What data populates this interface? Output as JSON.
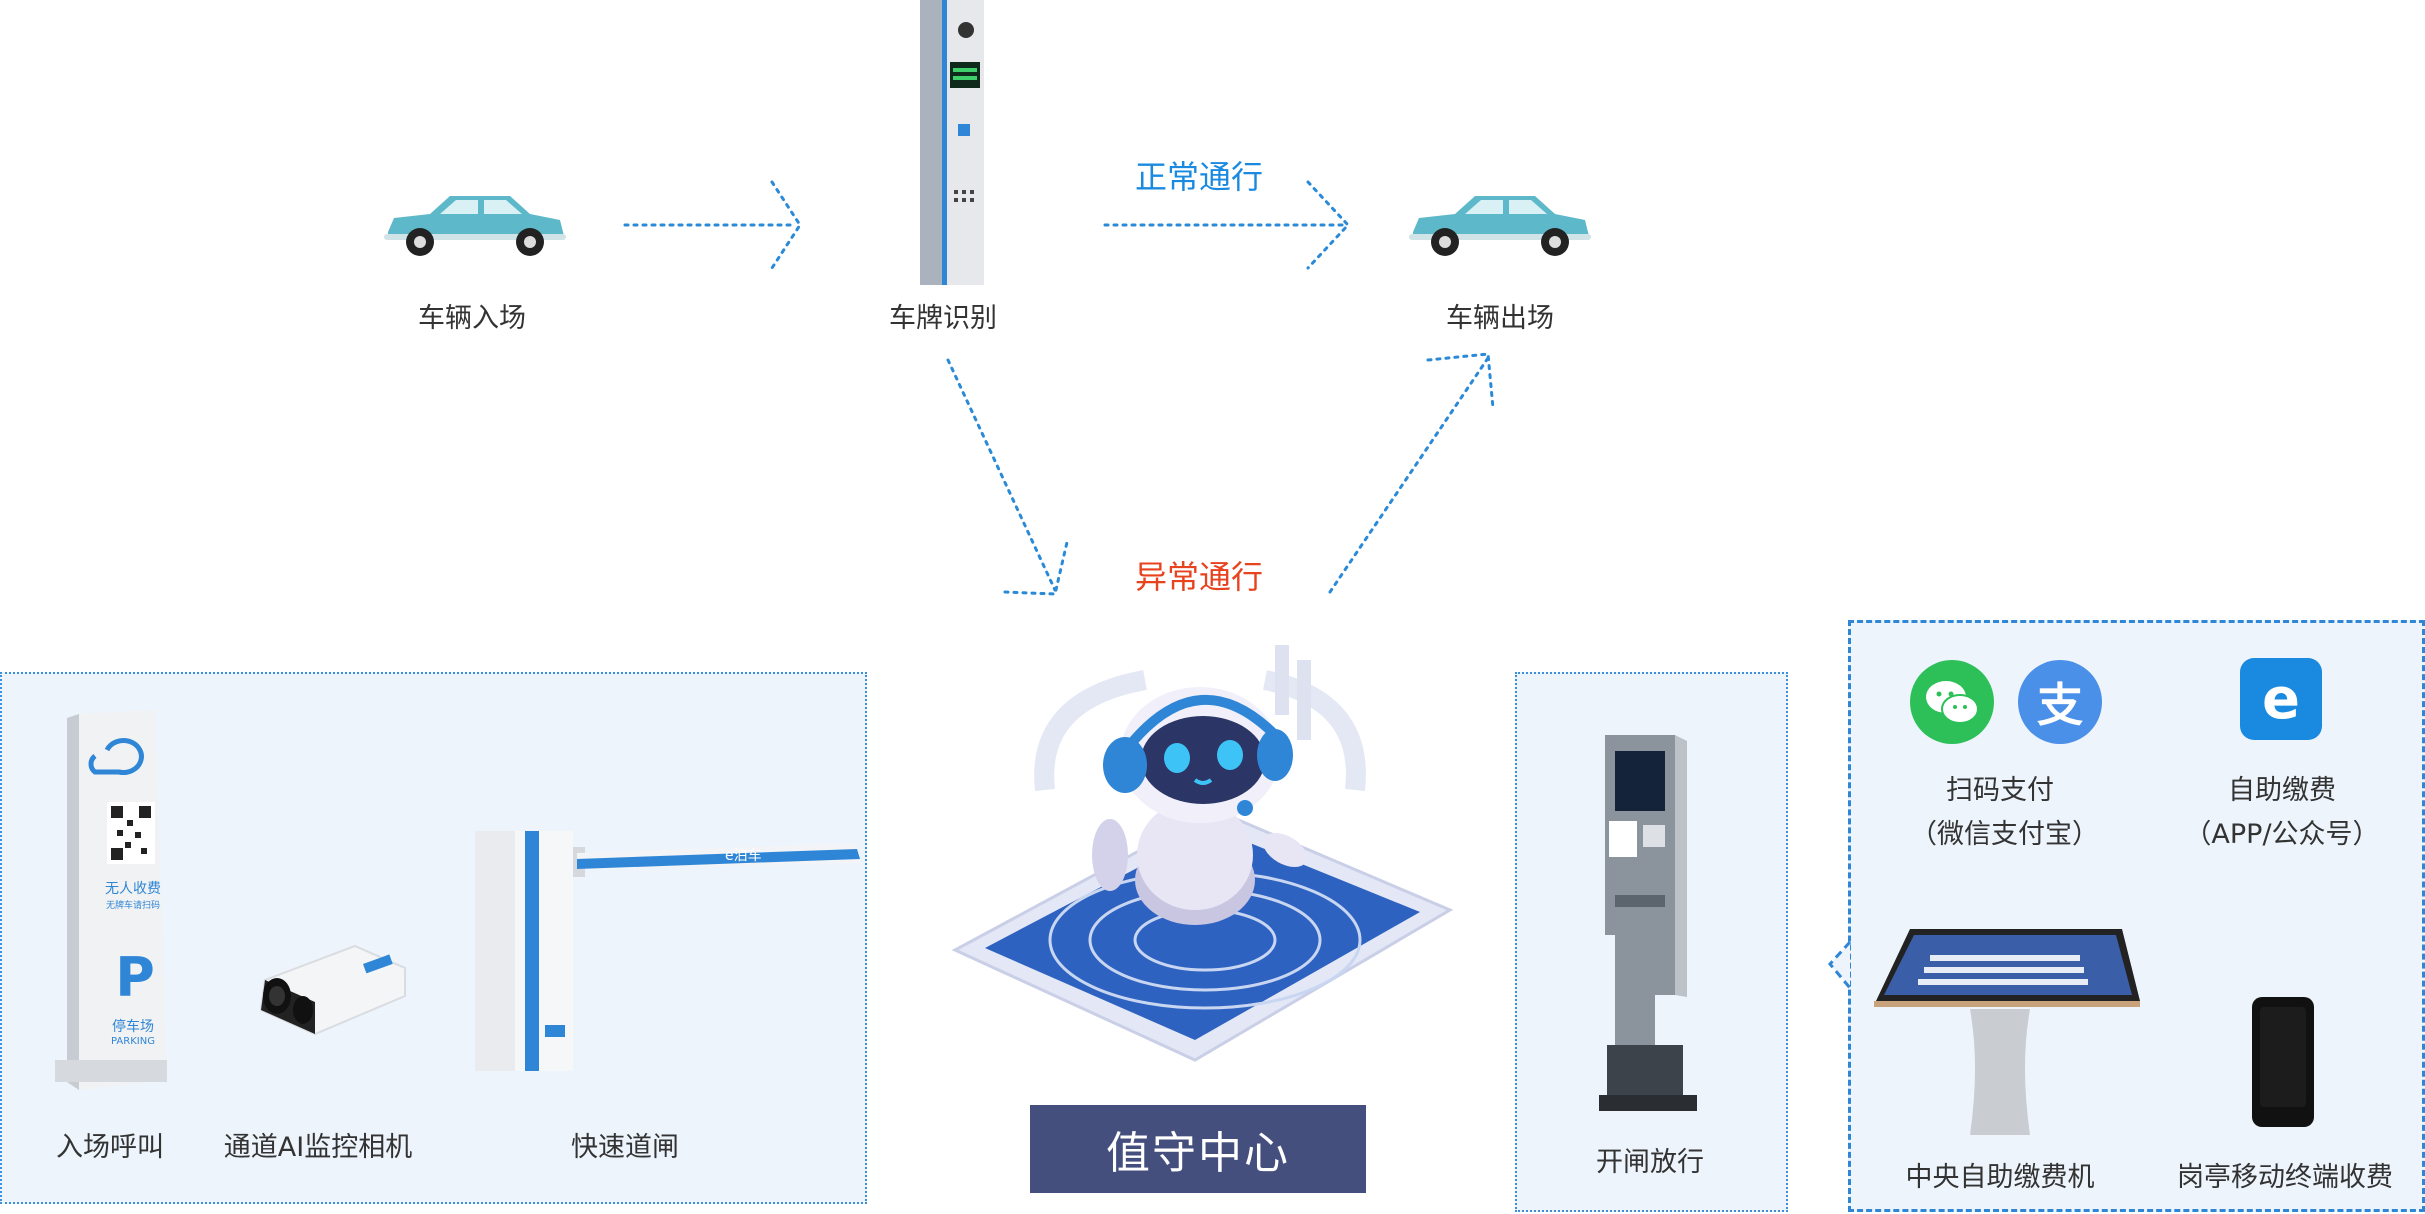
{
  "flow": {
    "entry_label": "车辆入场",
    "plate_label": "车牌识别",
    "exit_label": "车辆出场",
    "normal_label": "正常通行",
    "abnormal_label": "异常通行"
  },
  "center": {
    "title": "值守中心"
  },
  "left_panel": {
    "items": [
      {
        "label": "入场呼叫"
      },
      {
        "label": "通道AI监控相机"
      },
      {
        "label": "快速道闸"
      }
    ],
    "sign": {
      "line1": "无人收费",
      "line2": "无牌车请扫码",
      "parking_letter": "P",
      "line3": "停车场",
      "line4": "PARKING"
    },
    "barrier_brand": "e泊车"
  },
  "middle_panel": {
    "label": "开闸放行"
  },
  "right_panel": {
    "scan_pay": {
      "label": "扫码支付",
      "sub": "（微信支付宝）"
    },
    "self_pay": {
      "label": "自助缴费",
      "sub": "（APP/公众号）"
    },
    "kiosk_label": "中央自助缴费机",
    "mobile_label": "岗亭移动终端收费",
    "alipay_glyph": "支",
    "app_glyph": "e"
  },
  "colors": {
    "accent_blue": "#1a8ae0",
    "abnormal_red": "#e8431f",
    "center_bg": "#454f7e",
    "car_body": "#5db9c9"
  }
}
